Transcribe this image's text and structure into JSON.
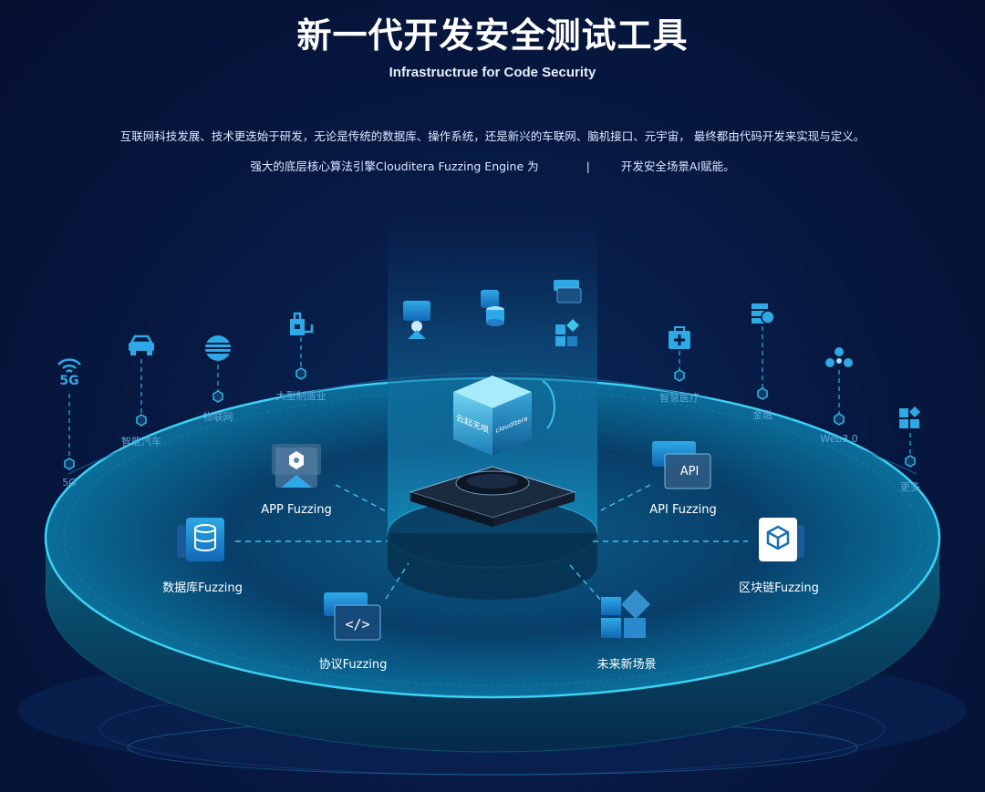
{
  "header": {
    "title": "新一代开发安全测试工具",
    "subtitle": "Infrastructrue for Code Security"
  },
  "description": {
    "line1": "互联网科技发展、技术更迭始于研发，无论是传统的数据库、操作系统，还是新兴的车联网、脑机接口、元宇宙， 最终都由代码开发来实现与定义。",
    "line2_before": "强大的底层核心算法引擎Clouditera Fuzzing Engine 为",
    "line2_sep": "|",
    "line2_after": "开发安全场景AI赋能。"
  },
  "cube": {
    "brand_cn": "云起无垠",
    "brand_en": "clouditera"
  },
  "modules": {
    "app": "APP Fuzzing",
    "api": "API Fuzzing",
    "db": "数据库Fuzzing",
    "blockchain": "区块链Fuzzing",
    "protocol": "协议Fuzzing",
    "future": "未来新场景",
    "api_badge": "API"
  },
  "pillars": {
    "p5g": "5G",
    "p5g_icon_text": "5G",
    "car": "智能汽车",
    "iot": "物联网",
    "mfg": "大型制造业",
    "med": "智慧医疗",
    "fin": "金融",
    "web3": "Web3.0",
    "more": "更多"
  },
  "colors": {
    "background": "#071a44",
    "accent": "#23b8e8",
    "platform": "#0a5a7a"
  }
}
